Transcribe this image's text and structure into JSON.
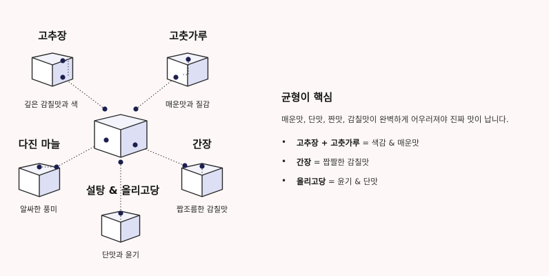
{
  "nodes": {
    "center": {},
    "gochujang": {
      "title": "고추장",
      "desc": "깊은 감칠맛과 색"
    },
    "gochugaru": {
      "title": "고춧가루",
      "desc": "매운맛과 질감"
    },
    "garlic": {
      "title": "다진 마늘",
      "desc": "알싸한 풍미"
    },
    "soy": {
      "title": "간장",
      "desc": "짭조름한 감칠맛"
    },
    "sugar": {
      "title": "설탕 & 올리고당",
      "desc": "단맛과 윤기"
    }
  },
  "panel": {
    "heading": "균형이 핵심",
    "description": "매운맛, 단맛, 짠맛, 감칠맛이 완벽하게 어우러져야 진짜 맛이 납니다.",
    "bullet_glyph": "•",
    "items": [
      {
        "bold": "고추장 + 고춧가루",
        "rest": " = 색감 & 매운맛"
      },
      {
        "bold": "간장",
        "rest": " = 짭짤한 감칠맛"
      },
      {
        "bold": "올리고당",
        "rest": " = 윤기 & 단맛"
      }
    ]
  },
  "colors": {
    "background": "#fdf8f7",
    "cube_right_face": "#dde0f5",
    "dot": "#1c1f4f"
  }
}
